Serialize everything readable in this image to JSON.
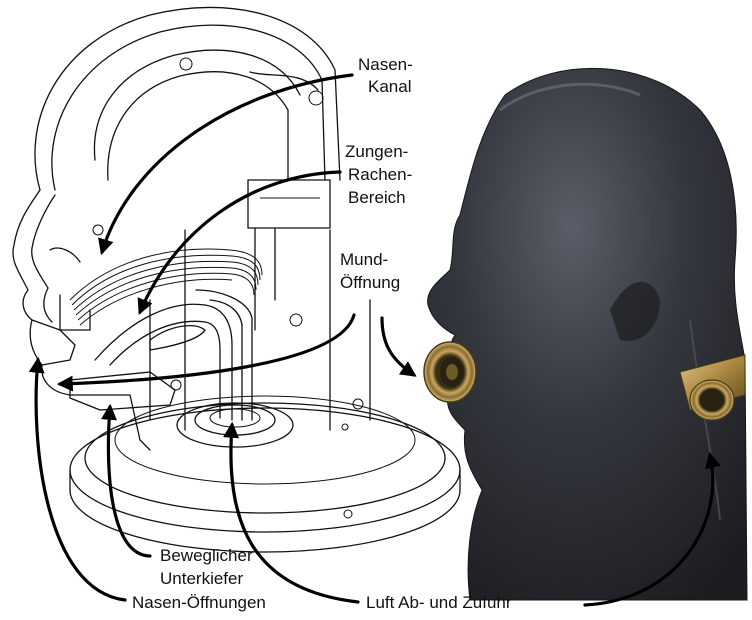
{
  "labels": {
    "nose_channel_1": "Nasen-",
    "nose_channel_2": "Kanal",
    "tongue_1": "Zungen-",
    "tongue_2": "Rachen-",
    "tongue_3": "Bereich",
    "mouth_1": "Mund-",
    "mouth_2": "Öffnung",
    "jaw_1": "Beweglicher",
    "jaw_2": "Unterkiefer",
    "nostrils": "Nasen-Öffnungen",
    "air": "Luft Ab- und Zufuhr"
  },
  "colors": {
    "rubber_head": "#2b2d33",
    "rubber_highlight": "#5a5e68",
    "brass": "#b0904a",
    "line": "#111111",
    "arrow": "#000000"
  }
}
